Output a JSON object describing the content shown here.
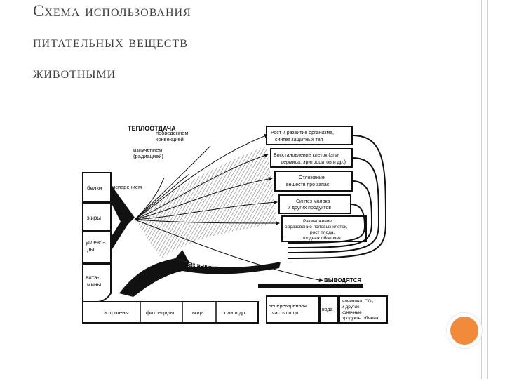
{
  "title": {
    "line1": "Схема использования",
    "line2": "питательных веществ",
    "line3": "животными"
  },
  "diagram": {
    "heat": "ТЕПЛООТДАЧА",
    "conduction": [
      "проведением",
      "конвекцией"
    ],
    "radiation": [
      "излучением",
      "(радиацией)"
    ],
    "evaporation": "испарением",
    "energy": "ЭНЕРГИЯ",
    "excreted": "ВЫВОДЯТСЯ",
    "inputs": [
      [
        "белки"
      ],
      [
        "жиры"
      ],
      [
        "углево-",
        "ды"
      ],
      [
        "вита-",
        "мины"
      ]
    ],
    "bottom_inputs": [
      "эстрогены",
      "фитонциды",
      "вода",
      "соли и др."
    ],
    "outputs": [
      [
        "Рост и развитие организма,",
        "синтез защитных тел"
      ],
      [
        "Восстановление клеток  (эпи-",
        "дермиса, эритроцитов и др.)"
      ],
      [
        "Отложение",
        "веществ про запас"
      ],
      [
        "Синтез молока",
        "и других продуктов"
      ],
      [
        "Размножение:",
        "образование половых клеток,",
        "рост плода,",
        "плодных оболочек"
      ]
    ],
    "waste": [
      [
        "непереваренная",
        "часть пищи"
      ],
      [
        "вода"
      ],
      [
        "мочевина, CO₂",
        "и другие",
        "конечные",
        "продукты обмена"
      ]
    ]
  }
}
